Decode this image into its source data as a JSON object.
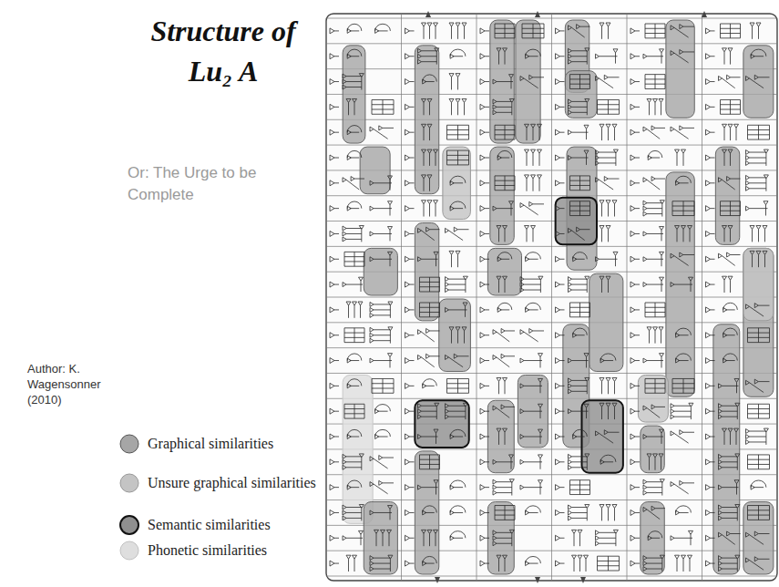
{
  "diagram": {
    "title": "Structure of Lu₂ A",
    "labels": [
      "Or: The Urge to be Complete",
      "Author: K. Wagensonner (2010)"
    ],
    "legend": [
      {
        "text": "Graphical similarities",
        "color": "#a6a6a6"
      },
      {
        "text": "Unsure graphical similarities",
        "color": "#c4c4c4"
      },
      {
        "text": "Semantic similarities",
        "color": "#8f8f8f"
      },
      {
        "text": "Phonetic similarities",
        "color": "#dedede"
      }
    ]
  }
}
